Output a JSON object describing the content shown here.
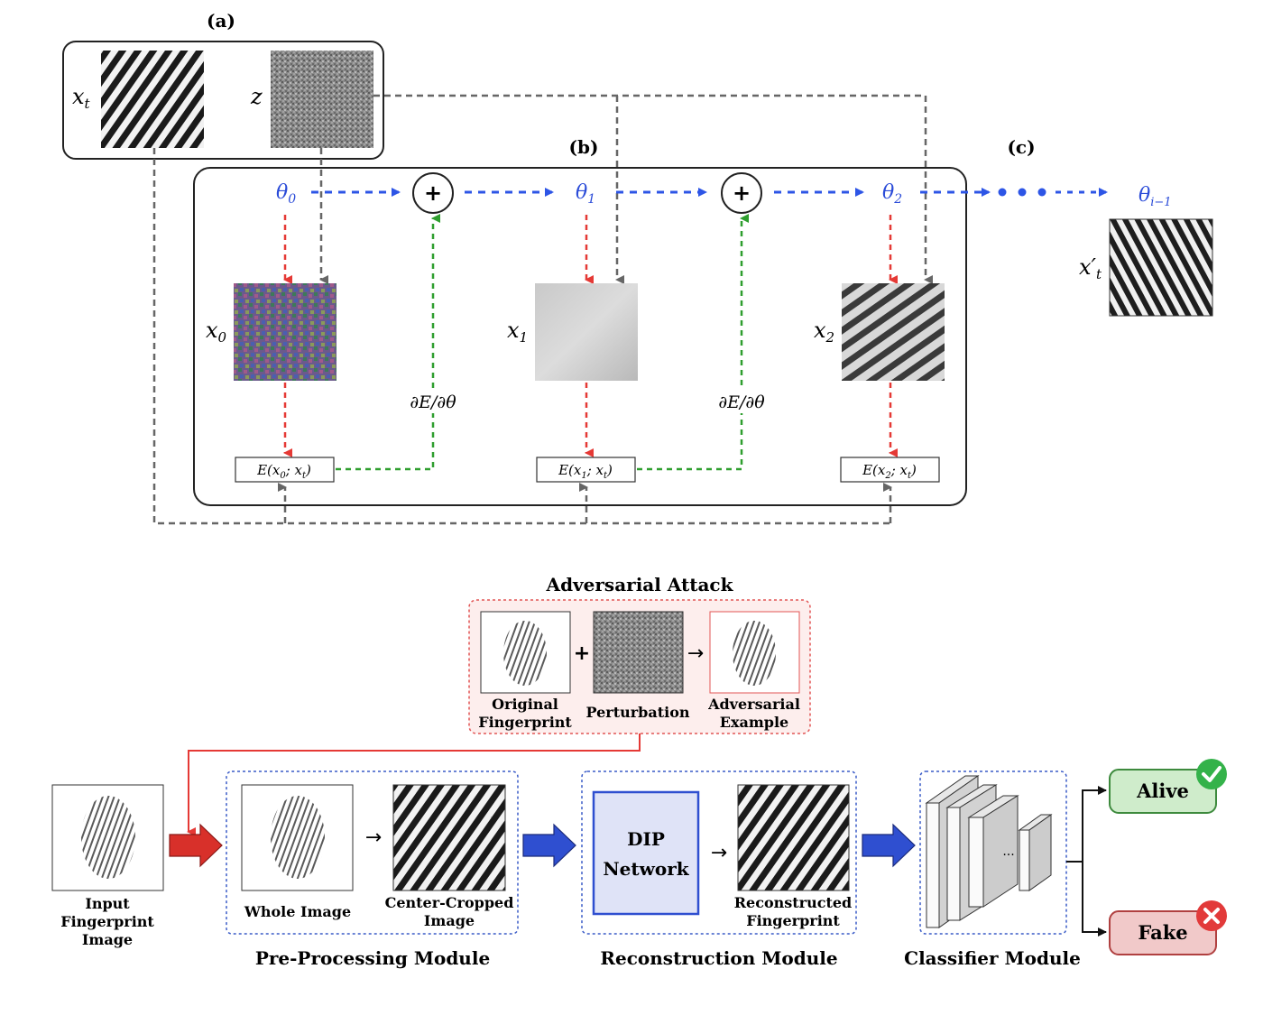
{
  "top": {
    "panel_a_label": "(a)",
    "panel_b_label": "(b)",
    "panel_c_label": "(c)",
    "x_t_symbol": "xt",
    "z_symbol": "z",
    "theta_0": "θ0",
    "theta_1": "θ1",
    "theta_2": "θ2",
    "theta_i_minus_1": "θi−1",
    "plus_symbol": "+",
    "x0": "x0",
    "x1": "x1",
    "x2": "x2",
    "x_t_prime": "x′t",
    "grad_label": "∂E/∂θ",
    "energy_0": "E(x0; xt)",
    "energy_1": "E(x1; xt)",
    "energy_2": "E(x2; xt)"
  },
  "attack": {
    "title": "Adversarial Attack",
    "original": [
      "Original",
      "Fingerprint"
    ],
    "perturbation": "Perturbation",
    "adversarial": [
      "Adversarial",
      "Example"
    ],
    "plus": "+",
    "arrow": "→"
  },
  "pipeline": {
    "input_label": [
      "Input",
      "Fingerprint",
      "Image"
    ],
    "whole_image": "Whole Image",
    "center_cropped": [
      "Center-Cropped",
      "Image"
    ],
    "pre_module": "Pre-Processing Module",
    "dip": [
      "DIP",
      "Network"
    ],
    "reconstructed": [
      "Reconstructed",
      "Fingerprint"
    ],
    "recon_module": "Reconstruction Module",
    "classifier_module": "Classifier Module",
    "ellipsis": "...",
    "alive": "Alive",
    "fake": "Fake",
    "arrow": "→"
  },
  "colors": {
    "blue_arrow": "#2d55e6",
    "red_arrow": "#e53935",
    "green_arrow": "#2e9e2e",
    "gray_arrow": "#666666",
    "math_blue": "#2a4bd8",
    "dip_fill": "#dfe3f7",
    "dip_border": "#2f4fd0",
    "alive_fill": "#cfeccb",
    "alive_border": "#3d8a3d",
    "fake_fill": "#f1c9c9",
    "fake_border": "#b04040",
    "attack_box_fill": "#fdeeed",
    "attack_box_border": "#e25555"
  }
}
